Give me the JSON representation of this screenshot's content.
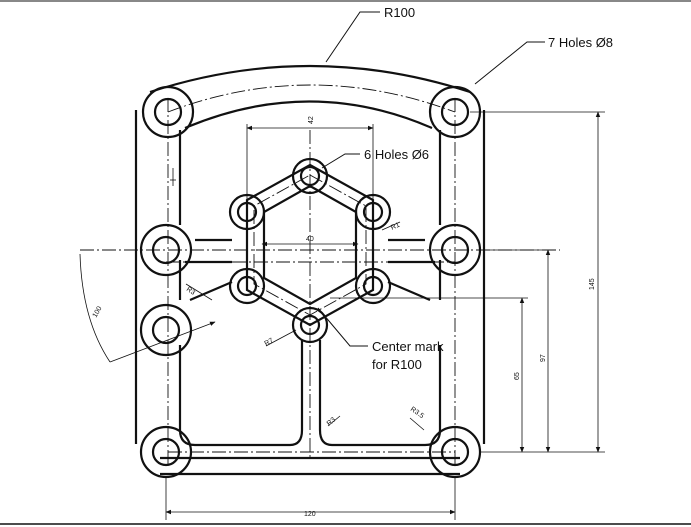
{
  "callouts": {
    "outer_radius": "R100",
    "corner_holes": "7 Holes Ø8",
    "hex_holes": "6 Holes Ø6",
    "center_mark_line1": "Center mark",
    "center_mark_line2": "for R100"
  },
  "dimensions": {
    "overall_width": "120",
    "overall_height": "145",
    "center_height": "65",
    "side_height": "97",
    "hex_width": "40",
    "hex_top": "42",
    "radius_left": "100",
    "r_tl": "R3",
    "r_hex": "R1",
    "r_bl": "R7",
    "r_inner": "R3",
    "r_corner": "R3.5"
  }
}
